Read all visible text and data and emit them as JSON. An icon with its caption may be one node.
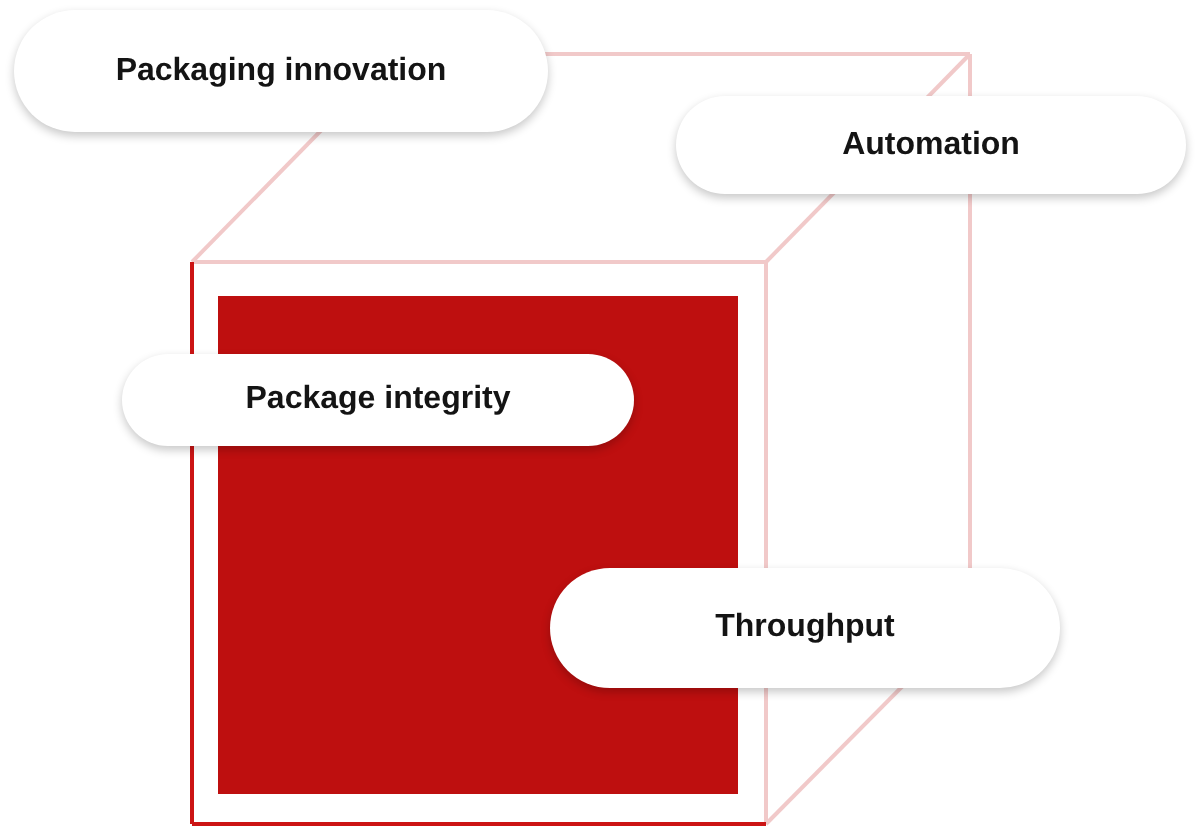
{
  "diagram": {
    "nodes": [
      {
        "text": [
          "Packaging innovation"
        ]
      },
      {
        "text": [
          "Automation"
        ]
      },
      {
        "text": [
          "Package integrity"
        ]
      },
      {
        "text": [
          "Throughput"
        ]
      }
    ]
  }
}
